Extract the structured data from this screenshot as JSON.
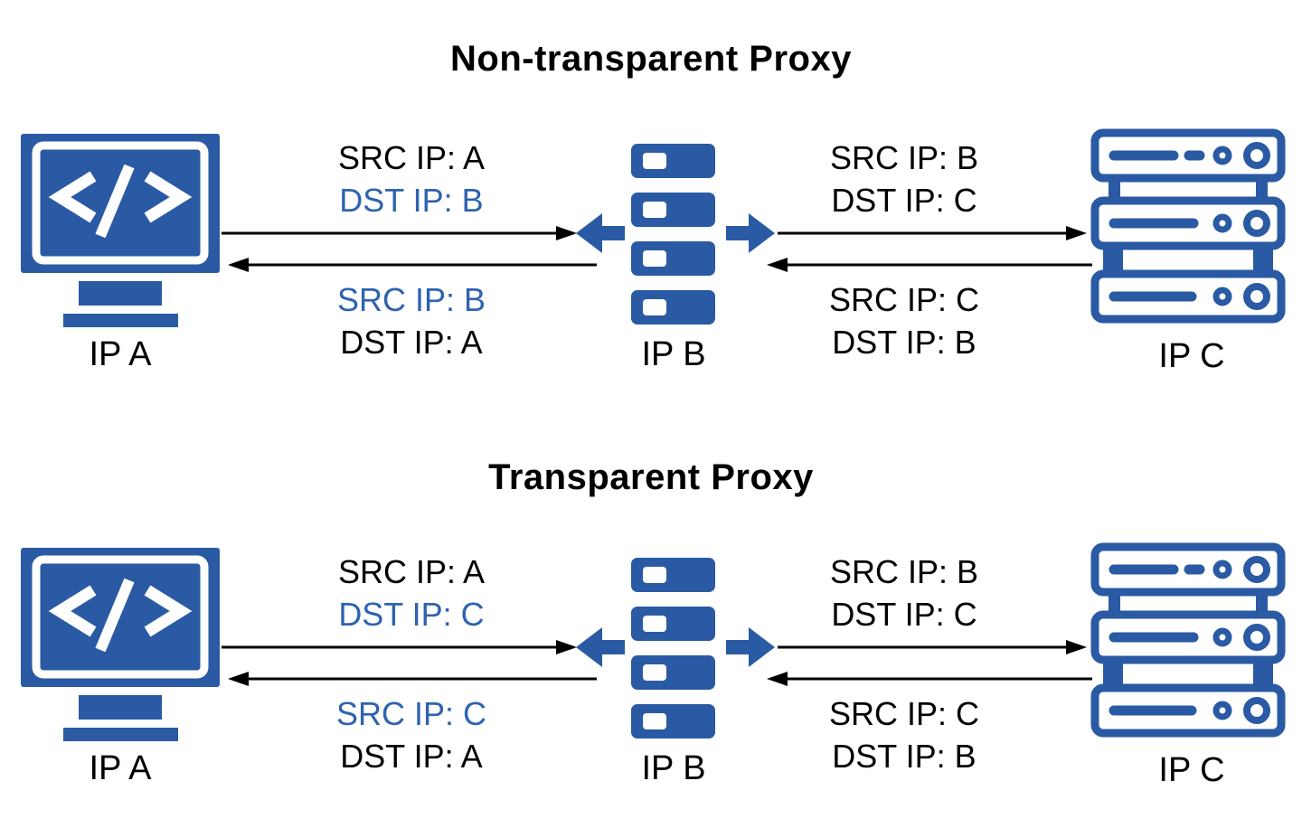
{
  "colors": {
    "icon_blue": "#2a5aa3",
    "label_blue": "#2e63b0",
    "text_black": "#000000",
    "background": "#ffffff"
  },
  "icons": {
    "client": "code-monitor-icon",
    "proxy": "server-stack-icon",
    "server": "server-rack-icon",
    "proxy_left": "thick-arrow-left-icon",
    "proxy_right": "thick-arrow-right-icon",
    "request": "thin-arrow-right-icon",
    "response": "thin-arrow-left-icon"
  },
  "diagrams": [
    {
      "title": "Non-transparent Proxy",
      "client_label": "IP A",
      "proxy_label": "IP B",
      "server_label": "IP C",
      "left": {
        "request": [
          {
            "text": "SRC IP: A",
            "color": "black"
          },
          {
            "text": "DST IP: B",
            "color": "blue"
          }
        ],
        "response": [
          {
            "text": "SRC IP: B",
            "color": "blue"
          },
          {
            "text": "DST IP: A",
            "color": "black"
          }
        ]
      },
      "right": {
        "request": [
          {
            "text": "SRC IP: B",
            "color": "black"
          },
          {
            "text": "DST IP: C",
            "color": "black"
          }
        ],
        "response": [
          {
            "text": "SRC IP: C",
            "color": "black"
          },
          {
            "text": "DST IP: B",
            "color": "black"
          }
        ]
      }
    },
    {
      "title": "Transparent Proxy",
      "client_label": "IP A",
      "proxy_label": "IP B",
      "server_label": "IP C",
      "left": {
        "request": [
          {
            "text": "SRC IP: A",
            "color": "black"
          },
          {
            "text": "DST IP: C",
            "color": "blue"
          }
        ],
        "response": [
          {
            "text": "SRC IP: C",
            "color": "blue"
          },
          {
            "text": "DST IP: A",
            "color": "black"
          }
        ]
      },
      "right": {
        "request": [
          {
            "text": "SRC IP: B",
            "color": "black"
          },
          {
            "text": "DST IP: C",
            "color": "black"
          }
        ],
        "response": [
          {
            "text": "SRC IP: C",
            "color": "black"
          },
          {
            "text": "DST IP: B",
            "color": "black"
          }
        ]
      }
    }
  ]
}
